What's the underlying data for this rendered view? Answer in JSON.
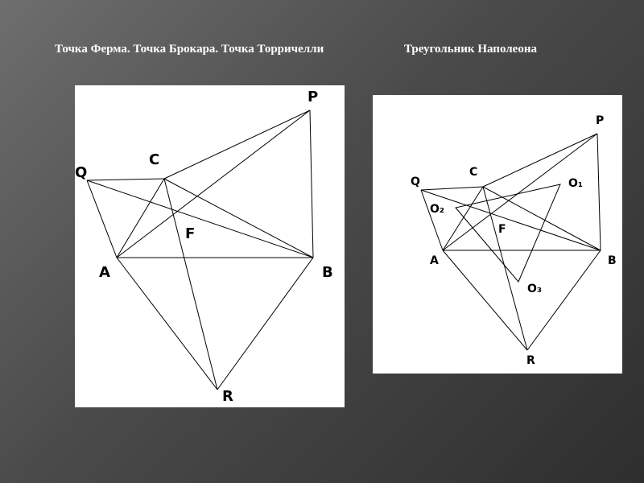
{
  "slide": {
    "left_title": "Точка Ферма. Точка Брокара. Точка Торричелли",
    "right_title": "Треугольник Наполеона"
  },
  "diagrams": {
    "left": {
      "labels": {
        "P": "P",
        "Q": "Q",
        "C": "C",
        "F": "F",
        "A": "A",
        "B": "B",
        "R": "R"
      }
    },
    "right": {
      "labels": {
        "P": "P",
        "Q": "Q",
        "C": "C",
        "O1": "O₁",
        "O2": "O₂",
        "F": "F",
        "A": "A",
        "B": "B",
        "O3": "O₃",
        "R": "R"
      }
    }
  },
  "colors": {
    "text": "#ffffff",
    "panel": "#ffffff",
    "lines": "#000000"
  }
}
